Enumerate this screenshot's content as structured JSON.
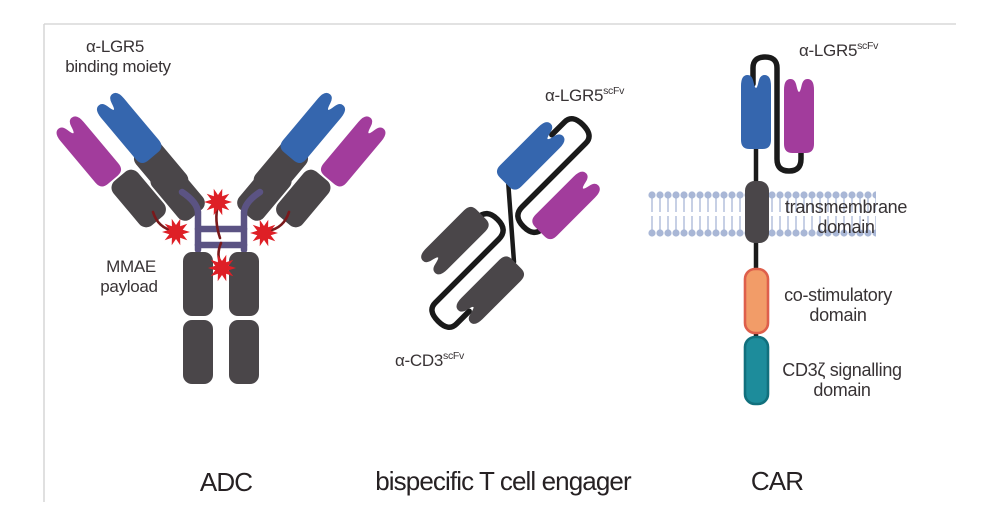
{
  "figure": {
    "panels": {
      "adc": {
        "caption": "ADC",
        "binding_label": {
          "line1": "α-LGR5",
          "line2": "binding moiety"
        },
        "payload_label": {
          "line1": "MMAE",
          "line2": "payload"
        }
      },
      "bite": {
        "caption": "bispecific T cell engager",
        "lgr5_label": {
          "base": "α-LGR5",
          "sup": "scFv"
        },
        "cd3_label": {
          "base": "α-CD3",
          "sup": "scFv"
        }
      },
      "car": {
        "caption": "CAR",
        "lgr5_label": {
          "base": "α-LGR5",
          "sup": "scFv"
        },
        "transmembrane_label": {
          "line1": "transmembrane",
          "line2": "domain"
        },
        "costimulatory_label": {
          "line1": "co-stimulatory",
          "line2": "domain"
        },
        "cd3zeta_label": {
          "line1": "CD3ζ signalling",
          "line2": "domain"
        }
      }
    },
    "colors": {
      "blue": "#3566AE",
      "magenta": "#A23C9C",
      "domain_gray": "#4A4649",
      "hinge_purple": "#5B5383",
      "payload_red": "#DE1F26",
      "payload_linker_red": "#7A191B",
      "linker_black": "#1A1A1A",
      "costim_fill": "#F29C68",
      "costim_stroke": "#DE5F4B",
      "cd3z_fill": "#1D8C9B",
      "cd3z_stroke": "#11707D",
      "membrane_head": "#A9B7D6",
      "membrane_tail": "#C7D0E5",
      "label_text": "#383335",
      "caption_text": "#262123",
      "frame_gray": "#D2D2D2"
    }
  }
}
